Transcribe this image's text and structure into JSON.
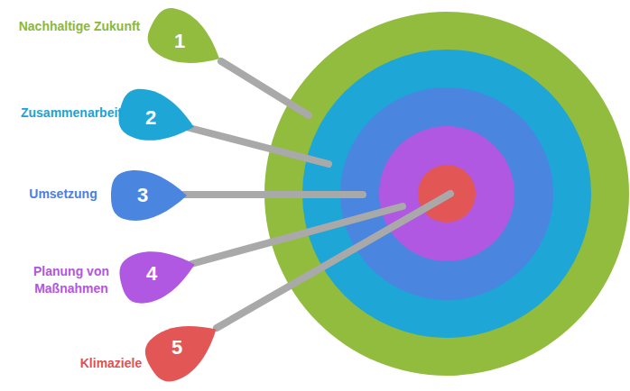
{
  "diagram": {
    "nodes": [
      {
        "text": [
          "Nachhaltige Zukunft",
          "1"
        ]
      },
      {
        "text": [
          "Zusammenarbeit",
          "2"
        ]
      },
      {
        "text": [
          "Umsetzung",
          "3"
        ]
      },
      {
        "text": [
          "Planung von Maßnahmen",
          "4"
        ]
      },
      {
        "text": [
          "Klimaziele",
          "5"
        ]
      }
    ]
  }
}
